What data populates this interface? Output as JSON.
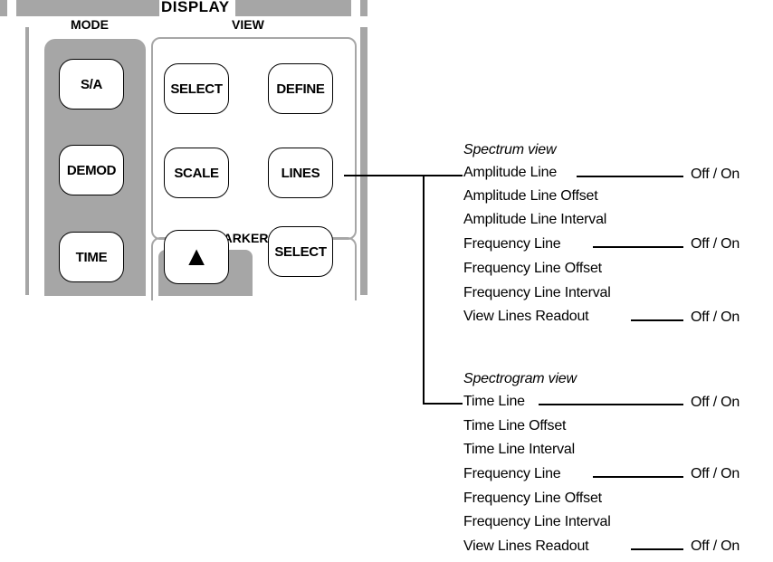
{
  "panel": {
    "title": "DISPLAY",
    "mode_label": "MODE",
    "view_label": "VIEW",
    "markers_label": "MARKERS",
    "buttons": {
      "sa": "S/A",
      "demod": "DEMOD",
      "time": "TIME",
      "view_select": "SELECT",
      "define": "DEFINE",
      "scale": "SCALE",
      "lines": "LINES",
      "marker_select": "SELECT",
      "marker_up": "▲"
    }
  },
  "menu": {
    "spectrum": {
      "heading": "Spectrum view",
      "items": [
        "Amplitude Line",
        "Amplitude Line Offset",
        "Amplitude Line Interval",
        "Frequency Line",
        "Frequency Line Offset",
        "Frequency Line Interval",
        "View Lines Readout"
      ]
    },
    "spectrogram": {
      "heading": "Spectrogram view",
      "items": [
        "Time Line",
        "Time Line Offset",
        "Time Line Interval",
        "Frequency Line",
        "Frequency Line Offset",
        "Frequency Line Interval",
        "View Lines Readout"
      ]
    },
    "toggle_label": "Off / On"
  }
}
